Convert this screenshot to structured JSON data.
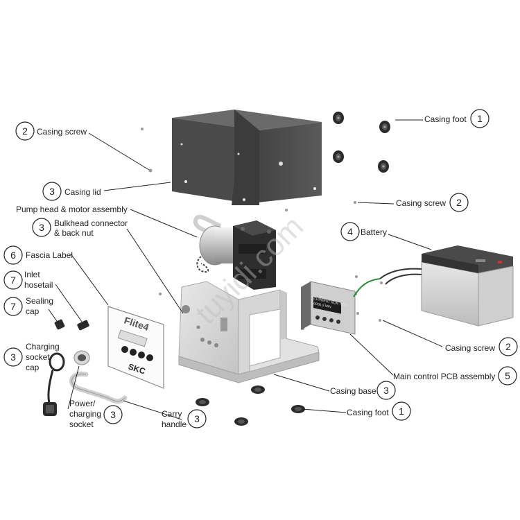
{
  "watermark": "tuyidi.com",
  "labels": {
    "casing_screw_tl": "Casing screw",
    "casing_screw_mid": "Casing screw",
    "casing_screw_right": "Casing screw",
    "casing_lid": "Casing lid",
    "pump_head": "Pump head & motor assembly",
    "bulkhead_1": "Bulkhead connector",
    "bulkhead_2": "& back nut",
    "fascia": "Fascia Label",
    "inlet_1": "Inlet",
    "inlet_2": "hosetail",
    "sealing_1": "Sealing",
    "sealing_2": "cap",
    "charging_cap_1": "Charging",
    "charging_cap_2": "socket",
    "charging_cap_3": "cap",
    "power_1": "Power/",
    "power_2": "charging",
    "power_3": "socket",
    "carry_1": "Carry",
    "carry_2": "handle",
    "casing_foot_top": "Casing foot",
    "casing_foot_bottom": "Casing foot",
    "battery": "Battery",
    "main_pcb": "Main control PCB assembly",
    "casing_base": "Casing base"
  },
  "numbers": {
    "casing_screw_tl": "2",
    "casing_screw_mid": "2",
    "casing_screw_right": "2",
    "casing_lid": "3",
    "bulkhead": "3",
    "fascia": "6",
    "inlet": "7",
    "sealing": "7",
    "charging_cap": "3",
    "power": "3",
    "carry": "3",
    "casing_foot_top": "1",
    "casing_foot_bottom": "1",
    "battery": "4",
    "main_pcb": "5",
    "casing_base": "3"
  },
  "fascia_brand": "Flite4",
  "fascia_logo": "SKC",
  "pcb_display": [
    "CURRENT RUN TIME",
    "0000.0 MIN"
  ]
}
